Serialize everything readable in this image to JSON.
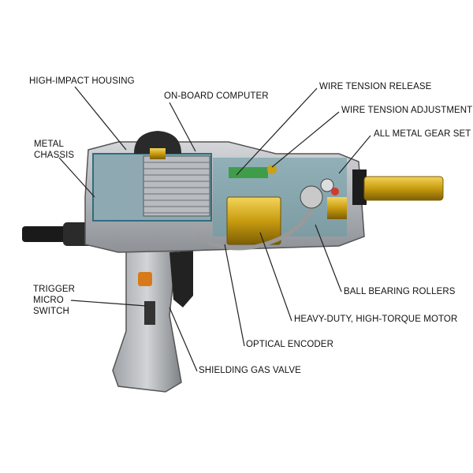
{
  "title": "Spool gun cutaway diagram",
  "labels": {
    "housing": "HIGH-IMPACT HOUSING",
    "computer": "ON-BOARD COMPUTER",
    "tension_release": "WIRE TENSION RELEASE",
    "tension_adjust": "WIRE TENSION ADJUSTMENT",
    "gear_set": "ALL METAL GEAR SET",
    "chassis_1": "METAL",
    "chassis_2": "CHASSIS",
    "rollers": "BALL BEARING ROLLERS",
    "trigger_1": "TRIGGER",
    "trigger_2": "MICRO",
    "trigger_3": "SWITCH",
    "motor": "HEAVY-DUTY, HIGH-TORQUE MOTOR",
    "encoder": "OPTICAL ENCODER",
    "gas_valve": "SHIELDING GAS VALVE"
  },
  "colors": {
    "housing": "#b9bcc0",
    "brass": "#d9b01c",
    "teal": "#4e9aa8",
    "cable": "#1a1a1a"
  }
}
